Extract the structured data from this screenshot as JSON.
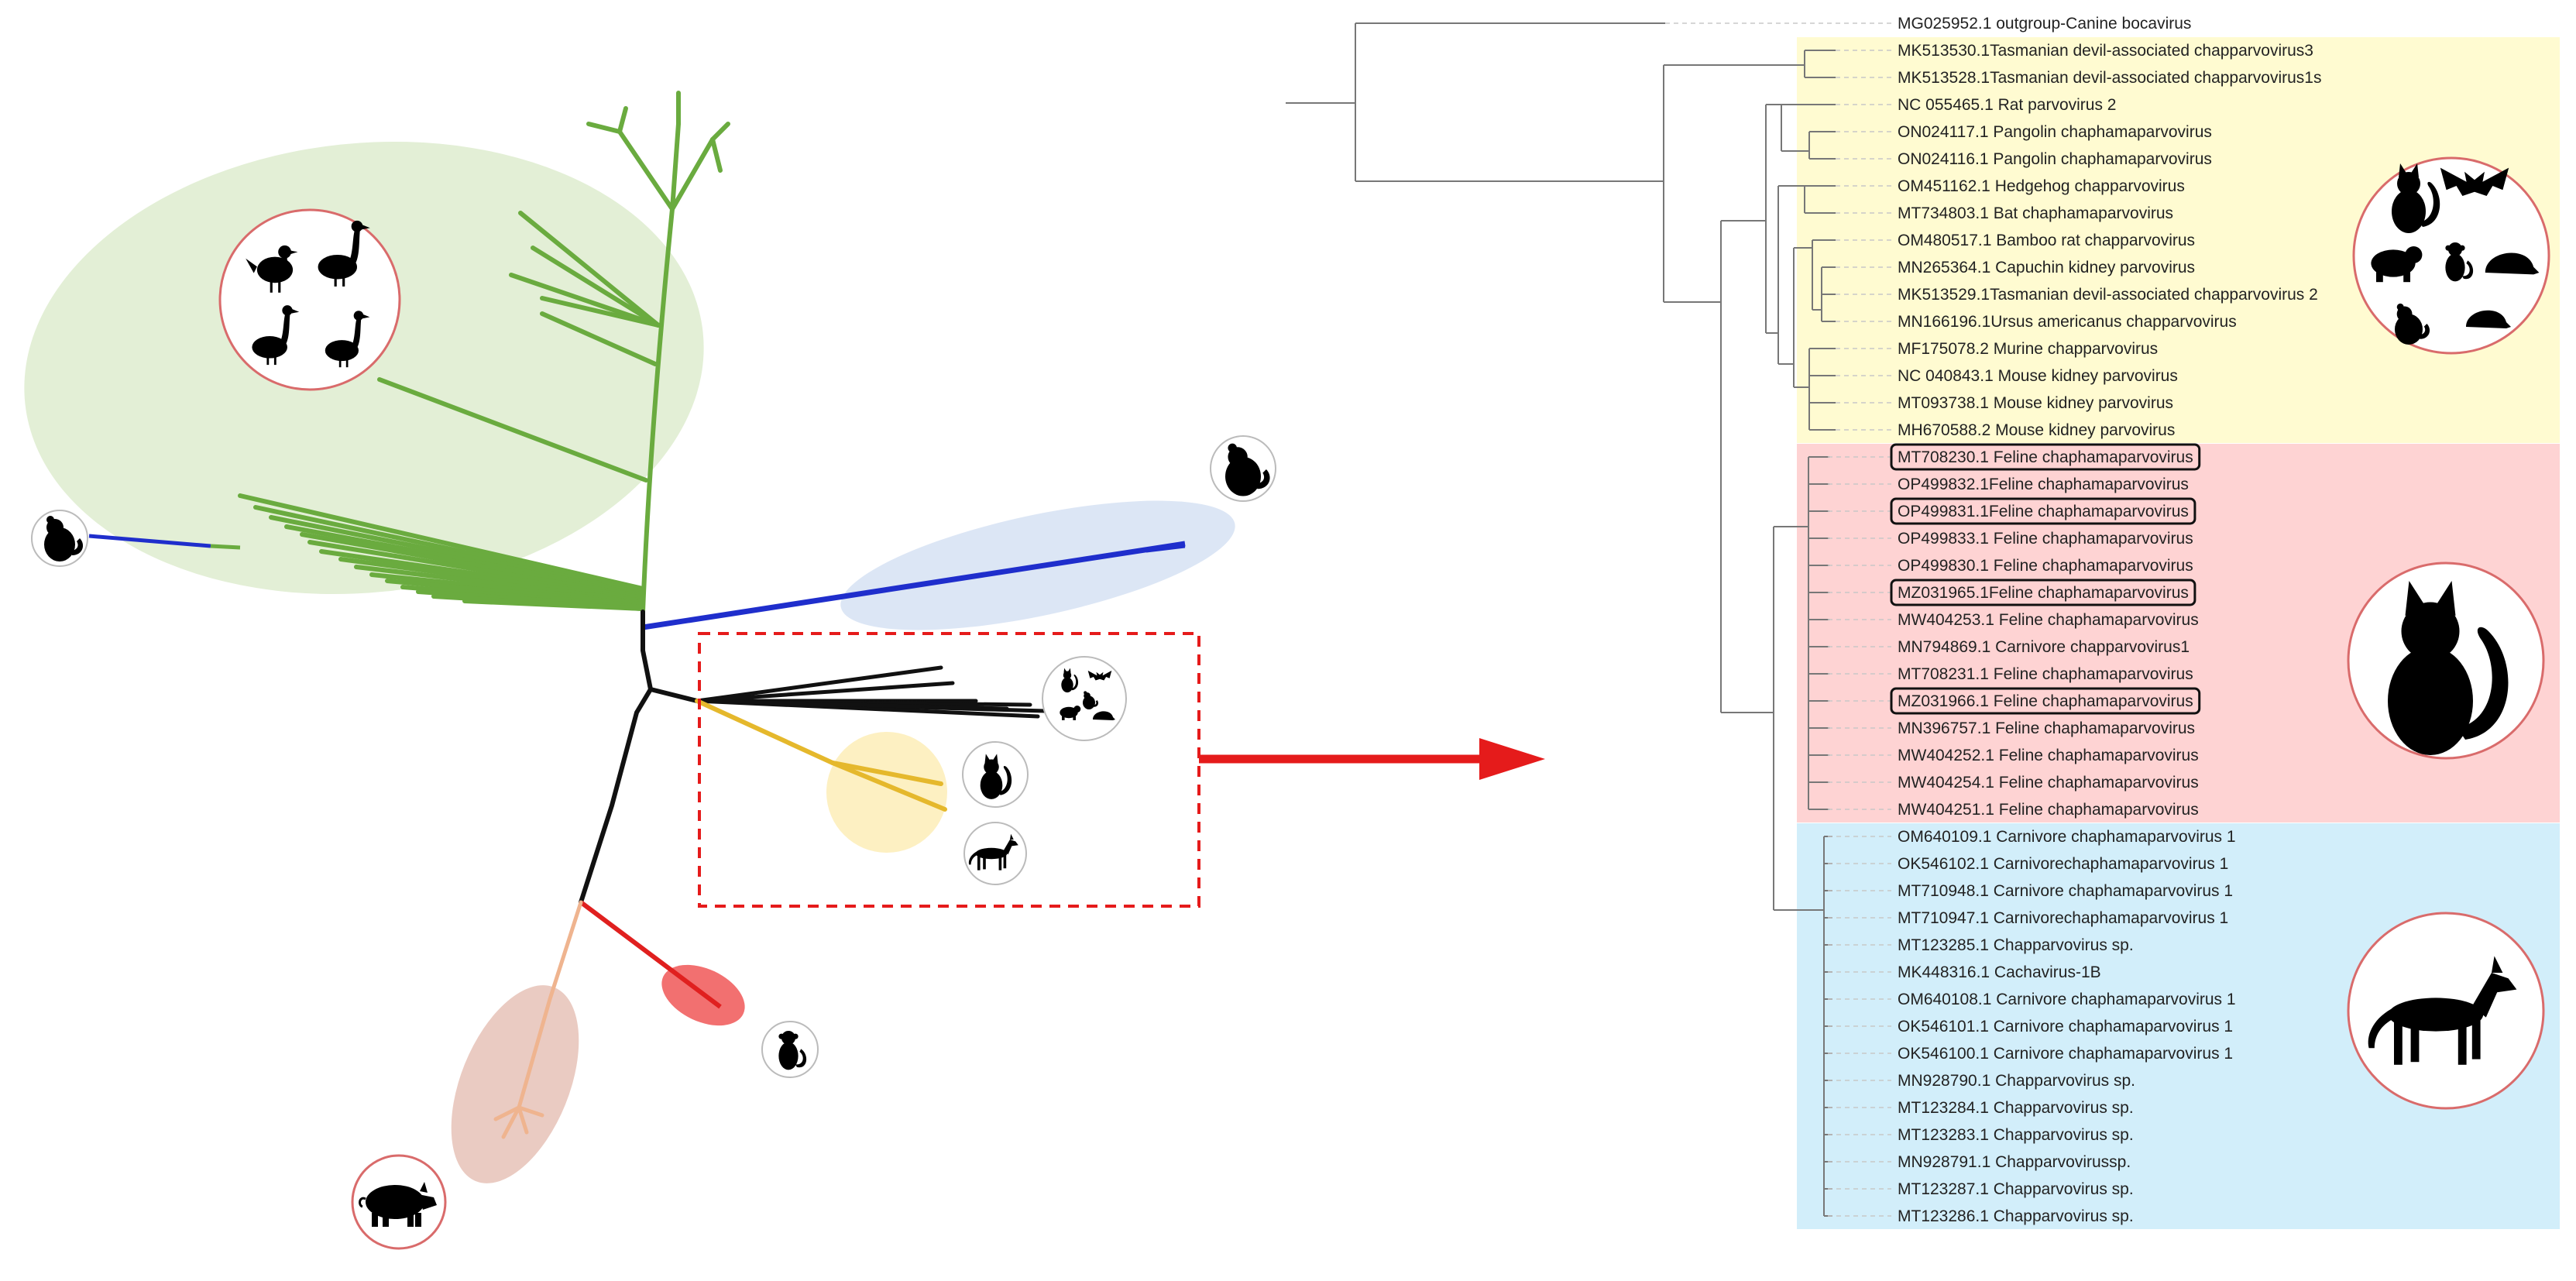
{
  "colors": {
    "avian_clade": "#6aab3f",
    "avian_bg": "#e3efd6",
    "blue_branch": "#1f2ecc",
    "blue_bg": "#dce6f5",
    "chapha_clade": "#111111",
    "feline_branch": "#e5b82c",
    "feline_bg": "#fdf0c2",
    "red_branch": "#e0201f",
    "red_bg": "#f27070",
    "swine_branch": "#efb48f",
    "swine_bg": "#eacbc2",
    "arrow": "#e51b1b",
    "rodent_panel": "#fffbd1",
    "feline_panel": "#fed3d3",
    "canine_panel": "#d2eefa",
    "icon_ring": "#d96b6b"
  },
  "icons": {
    "avian": "bird-icons",
    "rodent_top": "rodent-icon",
    "rodent_left": "rodent-icon",
    "mixed_hosts": "mixed-hosts-icon",
    "cat": "cat-icon",
    "dog": "dog-icon",
    "monkey": "primate-icon",
    "pig": "pig-icon"
  },
  "tree": {
    "taxa": [
      "MG025952.1 outgroup-Canine bocavirus",
      "MK513530.1Tasmanian devil-associated chapparvovirus3",
      "MK513528.1Tasmanian devil-associated chapparvovirus1s",
      "NC 055465.1 Rat parvovirus 2",
      "ON024117.1 Pangolin chaphamaparvovirus",
      "ON024116.1 Pangolin chaphamaparvovirus",
      "OM451162.1 Hedgehog chapparvovirus",
      "MT734803.1 Bat chaphamaparvovirus",
      "OM480517.1 Bamboo rat chapparvovirus",
      "MN265364.1 Capuchin kidney parvovirus",
      "MK513529.1Tasmanian devil-associated chapparvovirus 2",
      "MN166196.1Ursus americanus chapparvovirus",
      "MF175078.2 Murine chapparvovirus",
      "NC 040843.1 Mouse kidney parvovirus",
      "MT093738.1 Mouse kidney parvovirus",
      "MH670588.2 Mouse kidney parvovirus",
      "MT708230.1 Feline chaphamaparvovirus",
      "OP499832.1Feline chaphamaparvovirus",
      "OP499831.1Feline chaphamaparvovirus",
      "OP499833.1 Feline chaphamaparvovirus",
      "OP499830.1 Feline chaphamaparvovirus",
      "MZ031965.1Feline chaphamaparvovirus",
      "MW404253.1 Feline chaphamaparvovirus",
      "MN794869.1 Carnivore chapparvovirus1",
      "MT708231.1 Feline chaphamaparvovirus",
      "MZ031966.1 Feline chaphamaparvovirus",
      "MN396757.1 Feline chaphamaparvovirus",
      "MW404252.1 Feline chaphamaparvovirus",
      "MW404254.1 Feline chaphamaparvovirus",
      "MW404251.1 Feline chaphamaparvovirus",
      "OM640109.1 Carnivore chaphamaparvovirus 1",
      "OK546102.1 Carnivorechaphamaparvovirus 1",
      "MT710948.1 Carnivore chaphamaparvovirus 1",
      "MT710947.1 Carnivorechaphamaparvovirus 1",
      "MT123285.1 Chapparvovirus sp.",
      "MK448316.1 Cachavirus-1B",
      "OM640108.1 Carnivore chaphamaparvovirus 1",
      "OK546101.1 Carnivore chaphamaparvovirus 1",
      "OK546100.1 Carnivore chaphamaparvovirus 1",
      "MN928790.1 Chapparvovirus sp.",
      "MT123284.1 Chapparvovirus sp.",
      "MT123283.1 Chapparvovirus sp.",
      "MN928791.1 Chapparvovirussp.",
      "MT123287.1 Chapparvovirus sp.",
      "MT123286.1 Chapparvovirus sp."
    ],
    "highlighted": [
      "MT708230.1 Feline chaphamaparvovirus",
      "OP499831.1Feline chaphamaparvovirus",
      "MZ031965.1Feline chaphamaparvovirus",
      "MZ031966.1 Feline chaphamaparvovirus"
    ],
    "groups": [
      {
        "name": "rodent-host-clade",
        "first": 1,
        "last": 15,
        "color": "#fffbd1",
        "icon": "mixed-hosts-icon"
      },
      {
        "name": "feline-host-clade",
        "first": 16,
        "last": 29,
        "color": "#fed3d3",
        "icon": "cat-icon"
      },
      {
        "name": "canine-host-clade",
        "first": 30,
        "last": 44,
        "color": "#d2eefa",
        "icon": "dog-icon"
      }
    ]
  }
}
